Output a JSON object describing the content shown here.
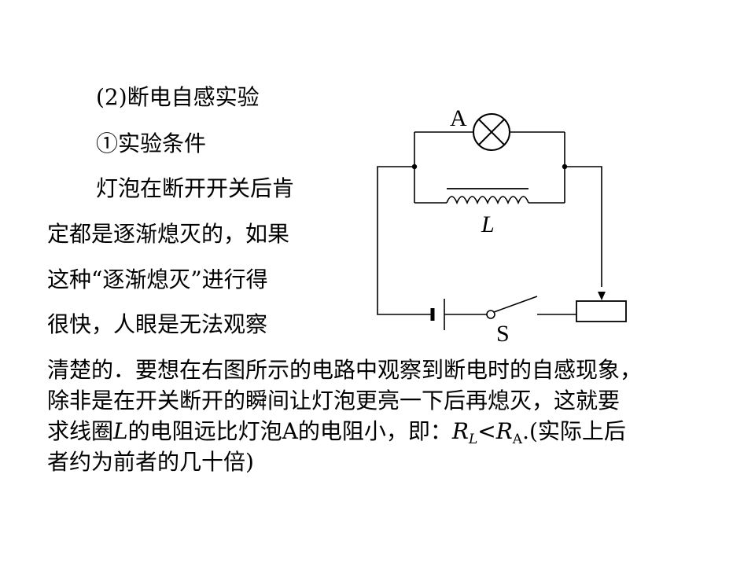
{
  "section": {
    "heading": "(2)断电自感实验",
    "subheading": "①实验条件"
  },
  "paragraph": {
    "lines_left": [
      "灯泡在断开开关后肯",
      "定都是逐渐熄灭的，如果",
      "这种“逐渐熄灭”进行得",
      "很快，人眼是无法观察"
    ],
    "line_5": "清楚的．要想在右图所示的电路中观察到断电时的自感现象，",
    "line_6": "除非是在开关断开的瞬间让灯泡更亮一下后再熄灭，这就要",
    "line_7": {
      "part1": "求线圈",
      "coil_symbol": "L",
      "part2": "的电阻远比灯泡A的电阻小，即：",
      "r_symbol_1": "R",
      "r_sub_1": "L",
      "less_than": "<",
      "r_symbol_2": "R",
      "r_sub_2": "A",
      "part3": ".(实际上后"
    },
    "line_8": "者约为前者的几十倍)"
  },
  "circuit": {
    "lamp_label": "A",
    "inductor_label": "L",
    "switch_label": "S"
  }
}
